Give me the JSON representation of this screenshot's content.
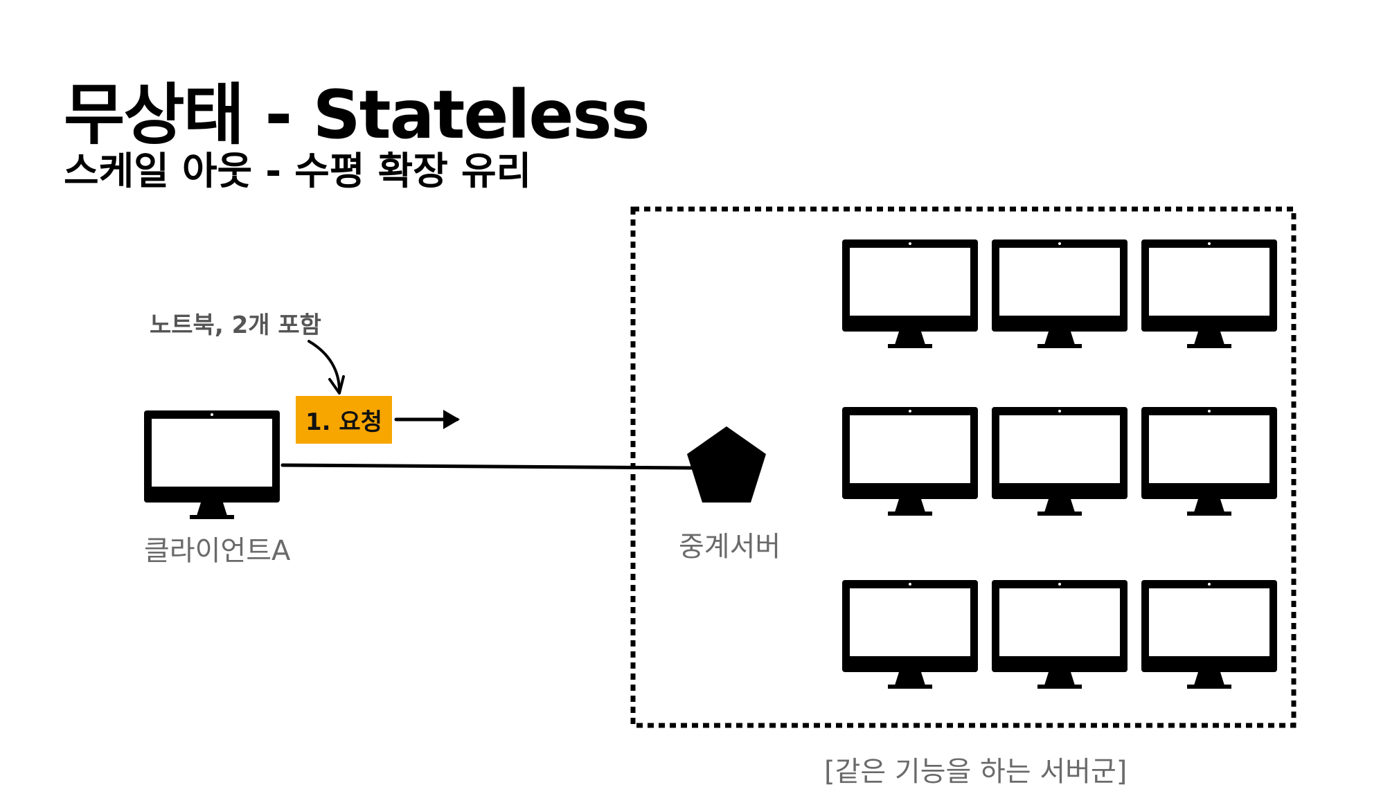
{
  "title": "무상태 - Stateless",
  "subtitle": "스케일 아웃 - 수평 확장 유리",
  "note": "노트북, 2개 포함",
  "request_label": "1. 요청",
  "client_label": "클라이언트A",
  "relay_label": "중계서버",
  "cluster_label": "[같은 기능을 하는 서버군]",
  "colors": {
    "accent": "#f7a600",
    "ink": "#000000",
    "label": "#6a6a6a"
  },
  "icons": {
    "client": "monitor-icon",
    "relay": "pentagon-icon",
    "server": "monitor-icon"
  }
}
